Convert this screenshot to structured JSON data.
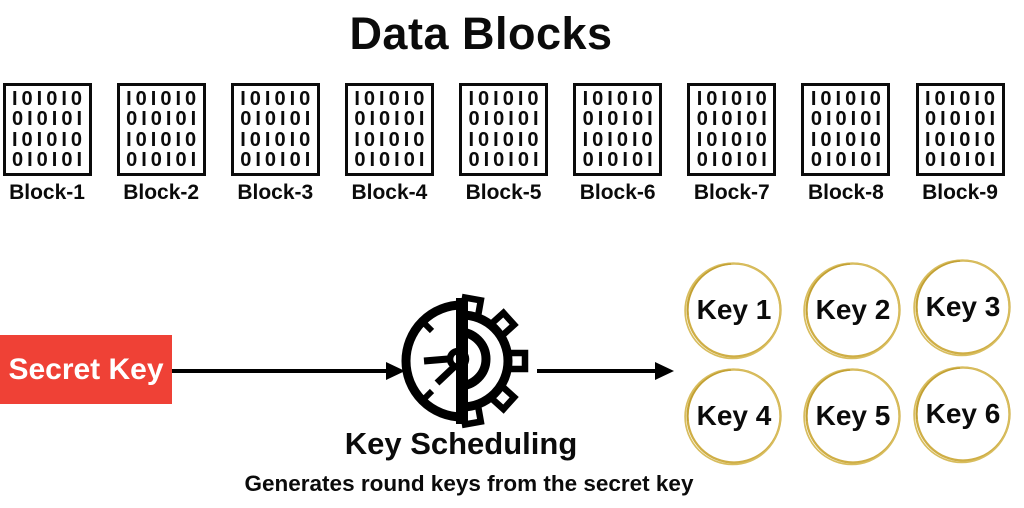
{
  "title": "Data Blocks",
  "blocks": {
    "binary_rows": [
      "101010",
      "010101",
      "101010",
      "010101"
    ],
    "labels": [
      "Block-1",
      "Block-2",
      "Block-3",
      "Block-4",
      "Block-5",
      "Block-6",
      "Block-7",
      "Block-8",
      "Block-9"
    ]
  },
  "flow": {
    "secret_key_label": "Secret Key",
    "process_label": "Key Scheduling",
    "process_caption": "Generates round keys from the secret key",
    "icon": "clock-gear-icon"
  },
  "keys": {
    "labels": [
      "Key 1",
      "Key 2",
      "Key 3",
      "Key 4",
      "Key 5",
      "Key 6"
    ]
  },
  "colors": {
    "secret_key_bg": "#ef4136",
    "secret_key_text": "#ffffff",
    "key_ring_gold": "#cfae45",
    "line_black": "#000000"
  }
}
